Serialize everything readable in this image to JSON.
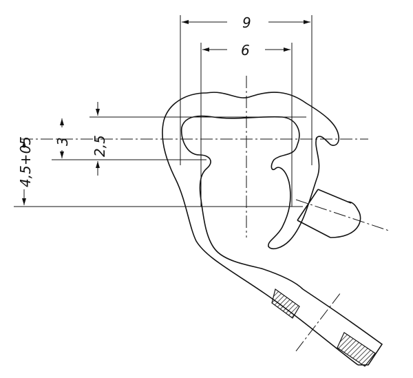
{
  "dimensions": {
    "outer_width": "9",
    "inner_width": "6",
    "slot_height": "2,5",
    "lip_spacing": "3",
    "offset_depth": "4,5+05"
  }
}
